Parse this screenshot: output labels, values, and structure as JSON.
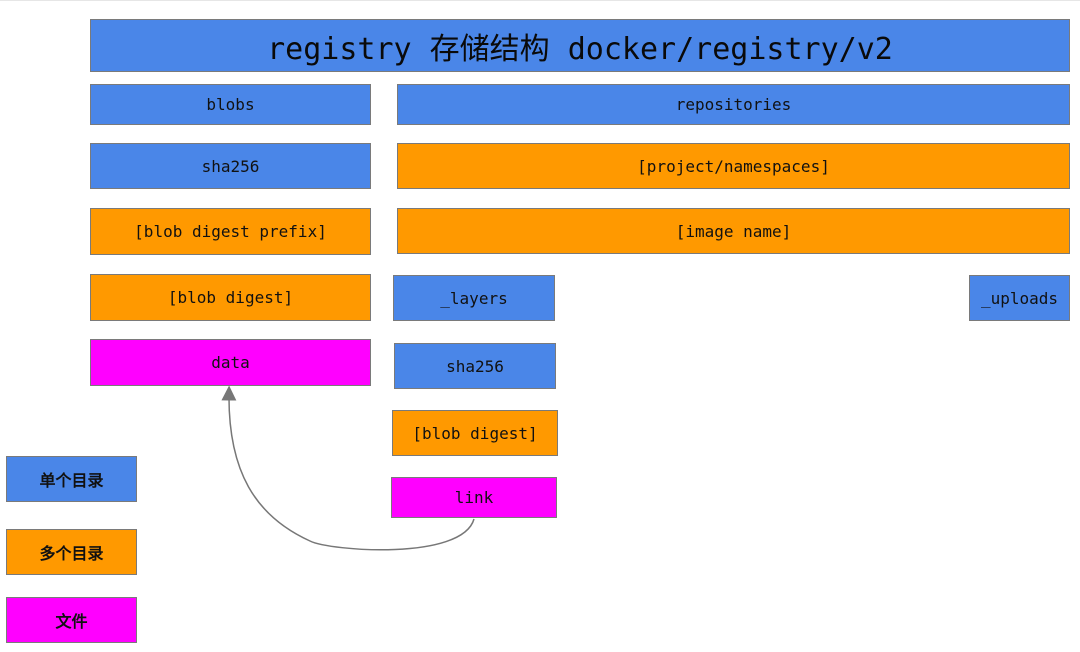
{
  "diagram": {
    "title": "registry 存储结构 docker/registry/v2",
    "blobs_column": {
      "root": "blobs",
      "algo": "sha256",
      "prefix": "[blob digest prefix]",
      "digest": "[blob digest]",
      "file": "data"
    },
    "repositories_column": {
      "root": "repositories",
      "namespace": "[project/namespaces]",
      "image": "[image name]",
      "layers": "_layers",
      "uploads": "_uploads",
      "algo": "sha256",
      "digest": "[blob digest]",
      "file": "link"
    },
    "legend": {
      "single_dir": "单个目录",
      "multi_dir": "多个目录",
      "file": "文件"
    },
    "colors": {
      "single_dir": "#4a86e8",
      "multi_dir": "#ff9900",
      "file": "#ff00ff",
      "connector": "#777777"
    }
  }
}
